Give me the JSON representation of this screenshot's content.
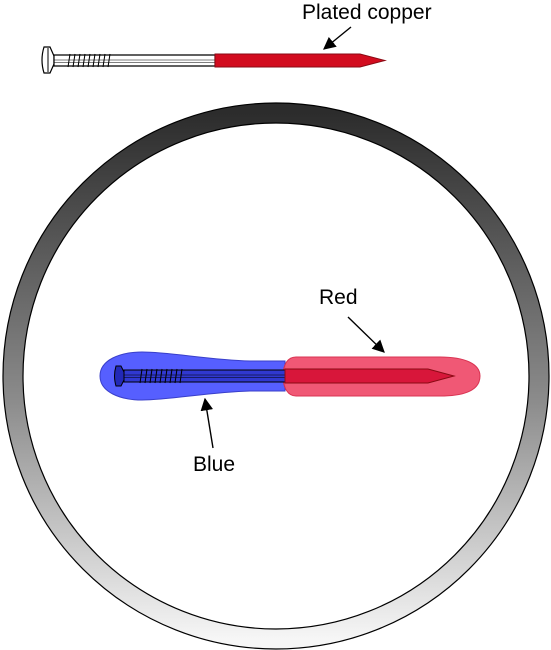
{
  "labels": {
    "plated_copper": "Plated copper",
    "red": "Red",
    "blue": "Blue"
  },
  "colors": {
    "plated_tip": "#d20c1f",
    "plated_tip_stroke": "#8a0a14",
    "red_region": "#f0506e",
    "red_region_stroke": "#d82a4a",
    "red_core": "#d8163a",
    "blue_region": "#4d57ff",
    "blue_region_stroke": "#2f35c8",
    "blue_core": "#2229b8",
    "ring_dark": "#2c2c2c",
    "ring_light": "#f6f6f6",
    "line": "#000000"
  },
  "icons": {
    "nail": "nail-icon",
    "dish": "petri-dish-icon"
  }
}
